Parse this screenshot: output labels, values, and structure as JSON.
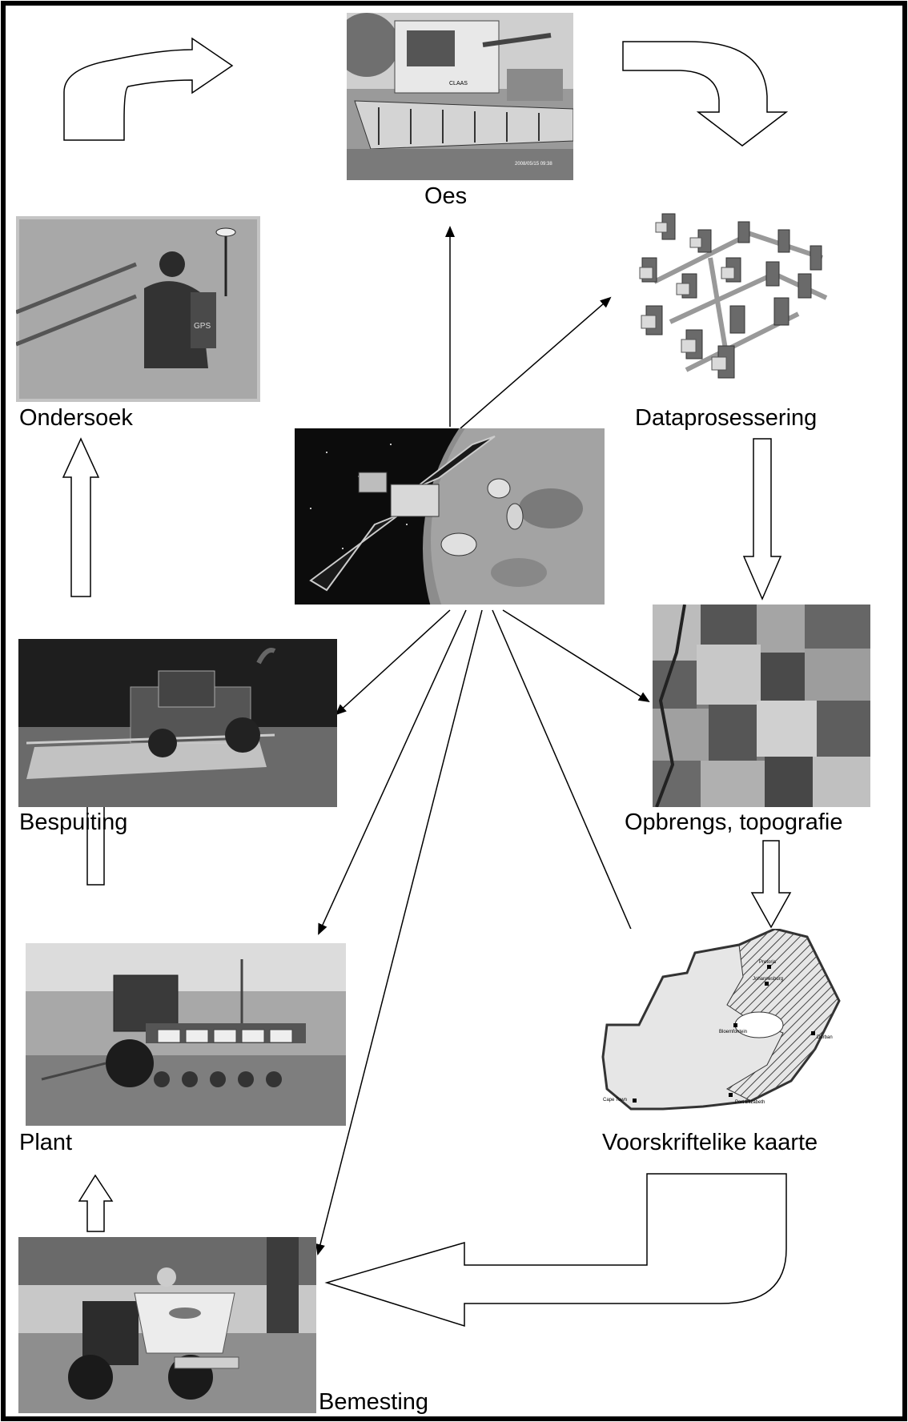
{
  "diagram": {
    "title": "",
    "stages": {
      "harvest": "Oes",
      "data_processing": "Dataprosessering",
      "yield_topography": "Opbrengs, topografie",
      "prescription_maps": "Voorskriftelike kaarte",
      "fertilizing": "Bemesting",
      "planting": "Plant",
      "spraying": "Bespuiting",
      "research": "Ondersoek"
    },
    "photo_text": {
      "harvester_brand": "CLAAS",
      "harvester_timestamp": "2008/05/15 09:38",
      "gps_backpack": "GPS",
      "map_cities": [
        "Pretoria",
        "Johannesburg",
        "Bloemfontein",
        "Durban",
        "Cape Town",
        "Port Elizabeth"
      ]
    }
  },
  "colors": {
    "line": "#000000",
    "background": "#ffffff"
  },
  "icons": [
    "satellite-icon",
    "combine-harvester-icon",
    "network-computers-icon",
    "aerial-field-icon",
    "south-africa-map-icon",
    "spreader-tractor-icon",
    "planter-tractor-icon",
    "sprayer-tractor-icon",
    "gps-researcher-icon"
  ]
}
